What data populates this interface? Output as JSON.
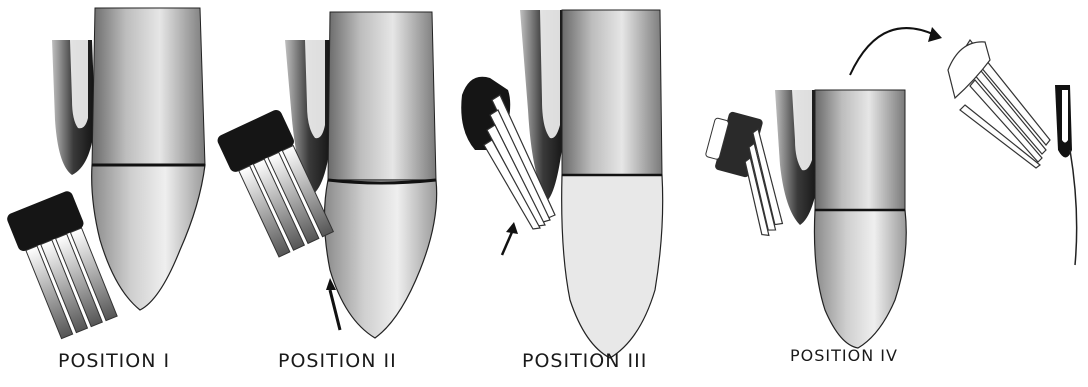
{
  "figure": {
    "panels": [
      {
        "id": "position-1",
        "label": "POSITION I"
      },
      {
        "id": "position-2",
        "label": "POSITION II"
      },
      {
        "id": "position-3",
        "label": "POSITION III"
      },
      {
        "id": "position-4",
        "label": "POSITION IV"
      }
    ]
  }
}
